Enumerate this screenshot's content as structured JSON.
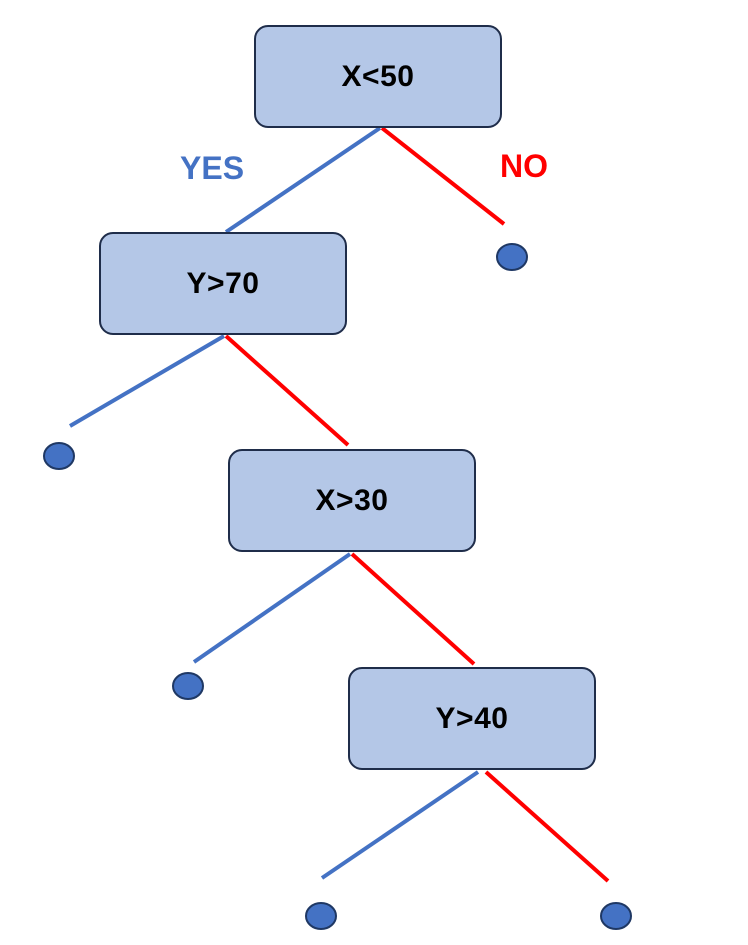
{
  "colors": {
    "yes_edge": "#4472c4",
    "no_edge": "#ff0000",
    "node_fill": "#b4c7e7",
    "node_border": "#1f2d4a",
    "leaf_fill": "#4472c4",
    "leaf_border": "#1f3864",
    "yes_label": "#4472c4",
    "no_label": "#ff0000"
  },
  "branch_labels": {
    "yes": "YES",
    "no": "NO"
  },
  "nodes": [
    {
      "id": "n1",
      "label": "X<50"
    },
    {
      "id": "n2",
      "label": "Y>70"
    },
    {
      "id": "n3",
      "label": "X>30"
    },
    {
      "id": "n4",
      "label": "Y>40"
    }
  ],
  "leaves": [
    {
      "id": "leaf-x50-no"
    },
    {
      "id": "leaf-y70-yes"
    },
    {
      "id": "leaf-x30-yes"
    },
    {
      "id": "leaf-y40-yes"
    },
    {
      "id": "leaf-y40-no"
    }
  ],
  "edges": [
    {
      "from": "n1",
      "to": "n2",
      "branch": "yes"
    },
    {
      "from": "n1",
      "to": "leaf-x50-no",
      "branch": "no"
    },
    {
      "from": "n2",
      "to": "leaf-y70-yes",
      "branch": "yes"
    },
    {
      "from": "n2",
      "to": "n3",
      "branch": "no"
    },
    {
      "from": "n3",
      "to": "leaf-x30-yes",
      "branch": "yes"
    },
    {
      "from": "n3",
      "to": "n4",
      "branch": "no"
    },
    {
      "from": "n4",
      "to": "leaf-y40-yes",
      "branch": "yes"
    },
    {
      "from": "n4",
      "to": "leaf-y40-no",
      "branch": "no"
    }
  ]
}
